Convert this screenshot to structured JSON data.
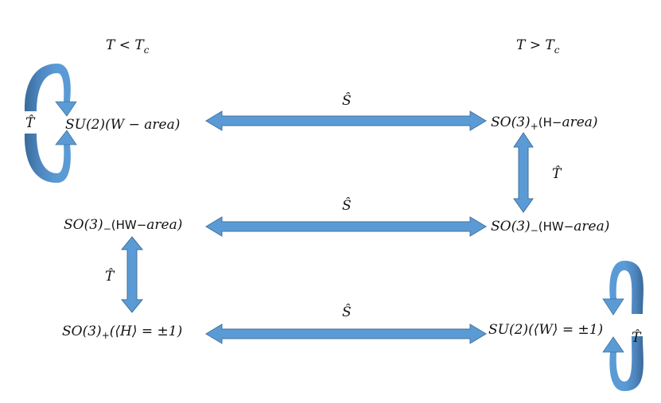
{
  "headers": {
    "low": {
      "a": "T",
      "op": " < ",
      "b": "T",
      "sub": "c"
    },
    "high": {
      "a": "T",
      "op": " > ",
      "b": "T",
      "sub": "c"
    }
  },
  "nodes": {
    "su2_area": {
      "pre": "SU",
      "mid": "(2)(",
      "w": "W",
      "dash": " − ",
      "area": "area",
      "close": ")"
    },
    "so3p_area": {
      "pre": "SO",
      "mid": "(3)",
      "sub": "+",
      "up": "(H−",
      "area": "area",
      "close": ")"
    },
    "so3m_left": {
      "pre": "SO",
      "mid": "(3)",
      "sub": "−",
      "up": "(HW−",
      "area": "area",
      "close": ")"
    },
    "so3m_right": {
      "pre": "SO",
      "mid": "(3)",
      "sub": "−",
      "up": "(HW−",
      "area": "area",
      "close": ")"
    },
    "so3p_h": {
      "pre": "SO",
      "mid": "(3)",
      "sub": "+",
      "rest": "(⟨H⟩ = ±1)"
    },
    "su2_w": {
      "pre": "SU",
      "mid": "(2)(",
      "rest": "⟨W⟩ = ±1)"
    }
  },
  "operators": {
    "s_top": "Ŝ",
    "s_mid": "Ŝ",
    "s_bot": "Ŝ",
    "t_right_vertical": "T̂",
    "t_left_vertical": "T̂",
    "t_loop_left": "T̂",
    "t_loop_right": "T̂"
  },
  "colors": {
    "arrow_fill": "#5b9bd5",
    "arrow_stroke": "#41719c",
    "loop_dark": "#3f70a0",
    "text": "#111111"
  }
}
